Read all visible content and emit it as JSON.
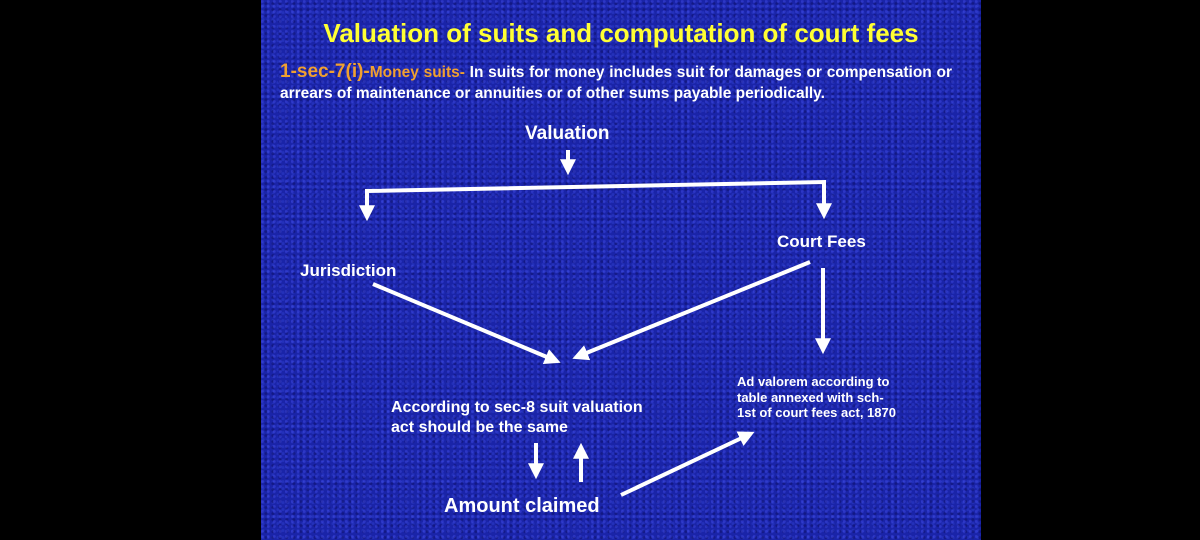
{
  "slide": {
    "title": "Valuation of suits and computation of court fees",
    "intro": {
      "section": "1-sec-7(i)-",
      "heading": "Money suits-",
      "body": " In suits for money includes suit for damages or compensation or arrears of maintenance or annuities or of other sums payable periodically."
    },
    "nodes": {
      "valuation": "Valuation",
      "jurisdiction": "Jurisdiction",
      "court_fees": "Court Fees",
      "same_valuation": [
        "According to sec-8 suit valuation",
        "act should be the same"
      ],
      "ad_valorem": [
        "Ad valorem according to",
        "table annexed with sch-",
        "1st of court fees act, 1870"
      ],
      "amount_claimed": "Amount claimed"
    },
    "colors": {
      "background": "#1a24a8",
      "title": "#ffff33",
      "section_label": "#f0a030",
      "text": "#ffffff",
      "outer": "#000000"
    }
  }
}
